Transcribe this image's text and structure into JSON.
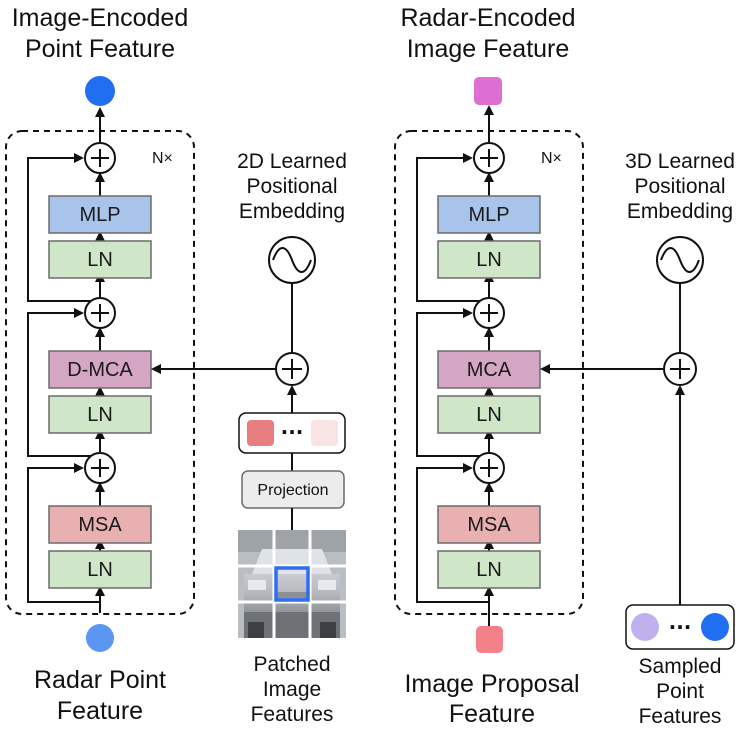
{
  "left": {
    "title_line1": "Image-Encoded",
    "title_line2": "Point Feature",
    "repeat": "N×",
    "blocks": {
      "mlp": "MLP",
      "ln1": "LN",
      "attn": "D-MCA",
      "ln2": "LN",
      "msa": "MSA",
      "ln3": "LN"
    },
    "pos_embed": {
      "line1": "2D Learned",
      "line2": "Positional",
      "line3": "Embedding"
    },
    "projection": "Projection",
    "token_dots": "···",
    "input_label": {
      "line1": "Radar Point",
      "line2": "Feature"
    },
    "patch_label": {
      "line1": "Patched",
      "line2": "Image",
      "line3": "Features"
    }
  },
  "right": {
    "title_line1": "Radar-Encoded",
    "title_line2": "Image Feature",
    "repeat": "N×",
    "blocks": {
      "mlp": "MLP",
      "ln1": "LN",
      "attn": "MCA",
      "ln2": "LN",
      "msa": "MSA",
      "ln3": "LN"
    },
    "pos_embed": {
      "line1": "3D Learned",
      "line2": "Positional",
      "line3": "Embedding"
    },
    "token_dots": "···",
    "input_label": {
      "line1": "Image Proposal",
      "line2": "Feature"
    },
    "sampled_label": {
      "line1": "Sampled",
      "line2": "Point",
      "line3": "Features"
    }
  },
  "colors": {
    "mlp": "#a9c4ea",
    "ln": "#cfe6c8",
    "attn": "#d5a6c4",
    "msa": "#e8b0b0",
    "projection": "#ececec",
    "point_output": "#1f6ff0",
    "point_input": "#5b97f2",
    "image_output": "#dd6fd3",
    "image_input": "#f4808a",
    "token_red": "#e97e80",
    "token_pink": "#f9e3e3",
    "token_lavender": "#c0b1ee",
    "token_blue": "#1f6ff0",
    "highlight": "#2f6df2"
  }
}
